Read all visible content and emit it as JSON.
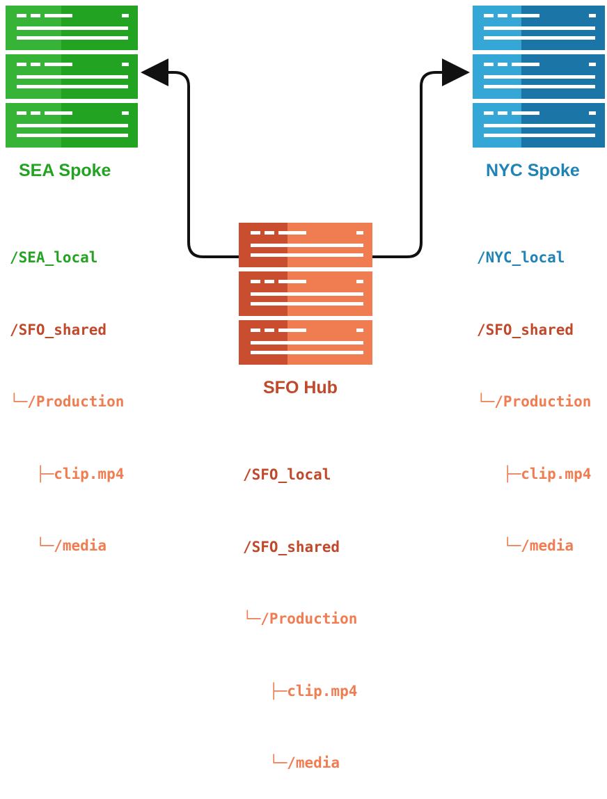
{
  "colors": {
    "sea": "#22a322",
    "nyc": "#1f83b5",
    "sfo_dark": "#c0492b",
    "sfo_light": "#f07d52",
    "arrow": "#111111"
  },
  "hub": {
    "name": "SFO Hub",
    "tree": [
      "/SFO_local",
      "/SFO_shared",
      "└─/Production",
      "   ├─clip.mp4",
      "   └─/media"
    ]
  },
  "spokes": [
    {
      "name": "SEA Spoke",
      "tree": [
        "/SEA_local",
        "/SFO_shared",
        "└─/Production",
        "   ├─clip.mp4",
        "   └─/media"
      ]
    },
    {
      "name": "NYC Spoke",
      "tree": [
        "/NYC_local",
        "/SFO_shared",
        "└─/Production",
        "   ├─clip.mp4",
        "   └─/media"
      ]
    }
  ],
  "connections": [
    {
      "from": "SFO Hub",
      "to": "SEA Spoke"
    },
    {
      "from": "SFO Hub",
      "to": "NYC Spoke"
    }
  ]
}
